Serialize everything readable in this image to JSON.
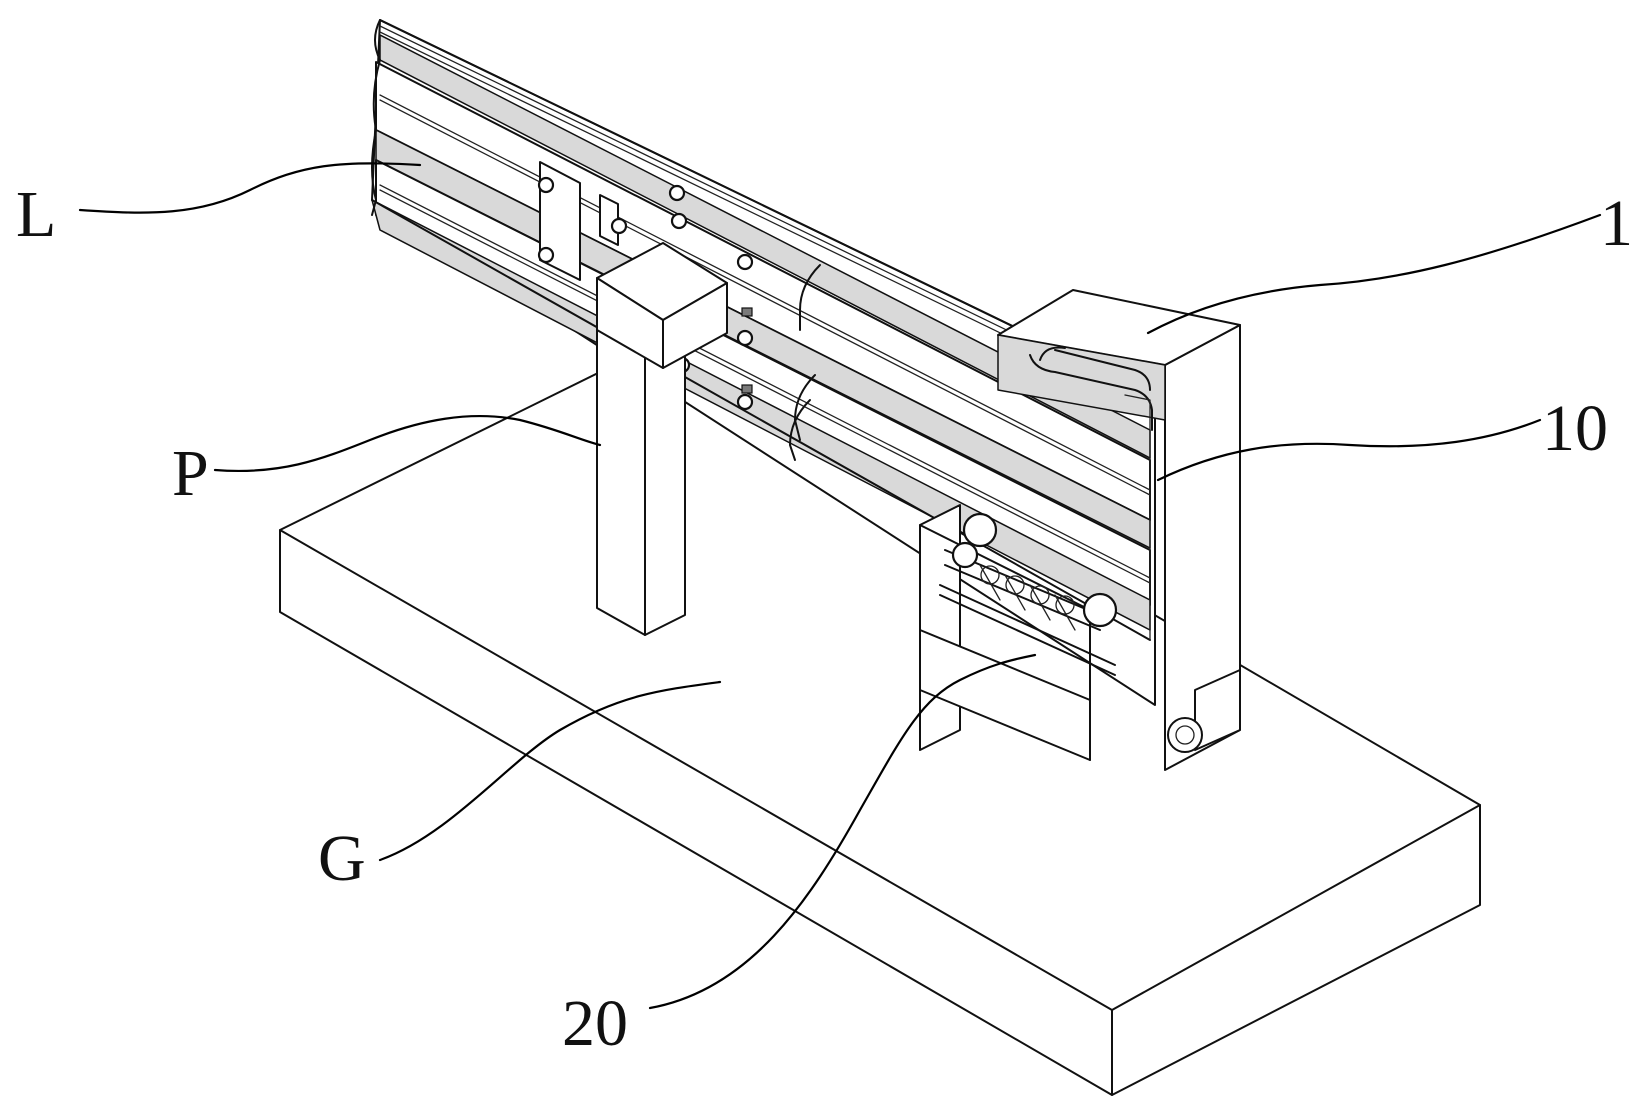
{
  "figure": {
    "labels": {
      "guardrail_beam": "L",
      "post": "P",
      "device": "1",
      "rolling_unit": "10",
      "ground": "G",
      "cleaning_unit": "20"
    },
    "colors": {
      "line": "#111111",
      "background": "#ffffff",
      "shading": "#d9d9d9"
    }
  }
}
